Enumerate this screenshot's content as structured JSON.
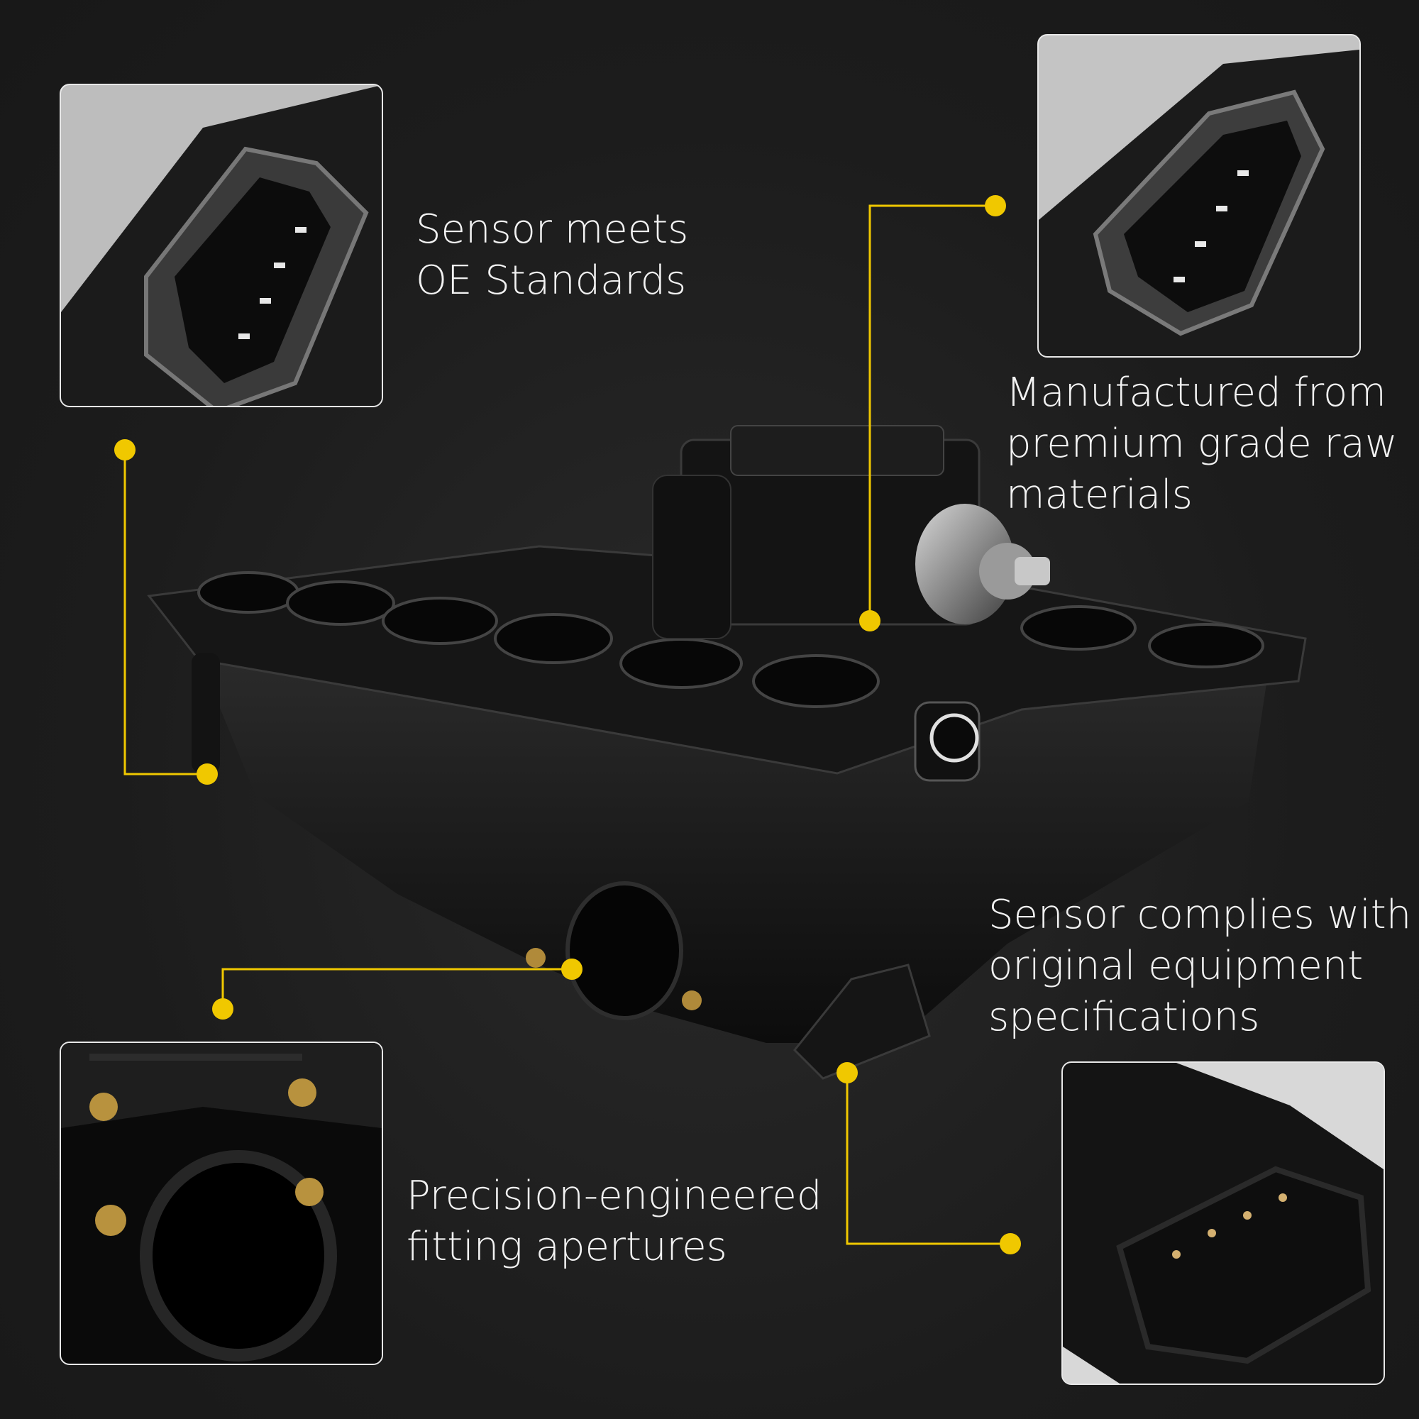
{
  "colors": {
    "background": "#1e1e1e",
    "accent": "#f0c800",
    "text": "#f2f2f2",
    "inset_border": "#e8e8e8"
  },
  "images": {
    "product": "intake-manifold-with-sensor",
    "inset_top_left": "sensor-connector-closeup",
    "inset_top_right": "sensor-connector-closeup",
    "inset_bottom_left": "fitting-aperture-closeup",
    "inset_bottom_right": "electrical-connector-closeup"
  },
  "captions": {
    "oe_standards": [
      "Sensor meets",
      "OE Standards"
    ],
    "materials": [
      "Manufactured from",
      "premium grade raw",
      "materials"
    ],
    "specifications": [
      "Sensor complies with",
      "original equipment",
      "specifications"
    ],
    "apertures": [
      "Precision-engineered",
      "fitting apertures"
    ]
  }
}
